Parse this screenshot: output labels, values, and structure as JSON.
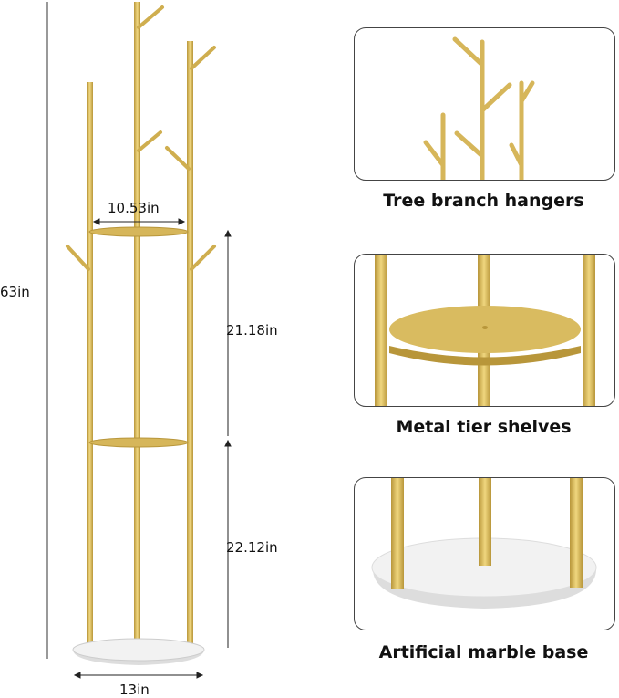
{
  "colors": {
    "gold": "#d6b65a",
    "gold_dark": "#b8963a",
    "marble": "#f1f1f1",
    "border": "#444444"
  },
  "dimensions": {
    "height": "63in",
    "shelf_width": "10.53in",
    "upper_gap": "21.18in",
    "lower_gap": "22.12in",
    "base_width": "13in"
  },
  "features": [
    {
      "caption": "Tree branch hangers"
    },
    {
      "caption": "Metal tier shelves"
    },
    {
      "caption": "Artificial marble base"
    }
  ]
}
